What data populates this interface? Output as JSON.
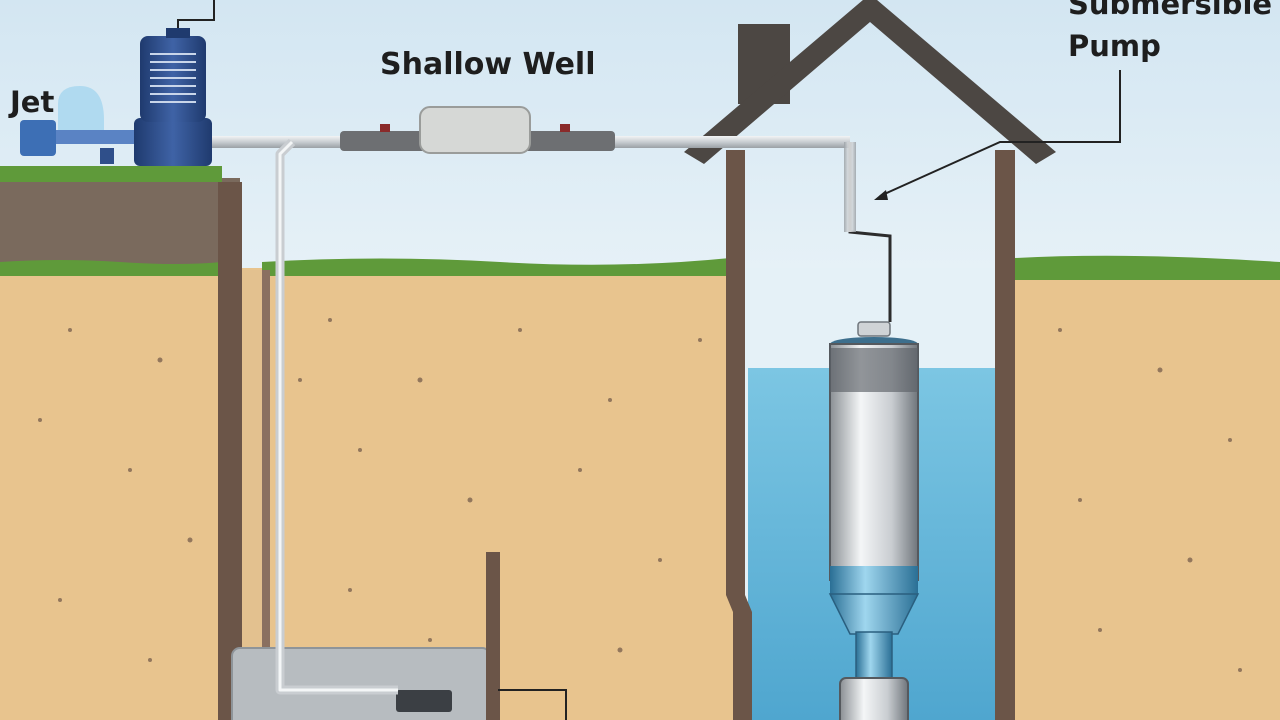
{
  "labels": {
    "jet": "Jet",
    "shallow_well": "Shallow Well",
    "submersible_line1": "Submersible",
    "submersible_line2": "Pump"
  },
  "colors": {
    "sky": "#dcebf5",
    "soil": "#e8c48e",
    "grass": "#5f9a3a",
    "well_wall": "#6b5548",
    "water": "#5fb4d8",
    "pipe": "#d9dde0",
    "pump_blue": "#2f4f8a",
    "roof": "#4c4743"
  }
}
